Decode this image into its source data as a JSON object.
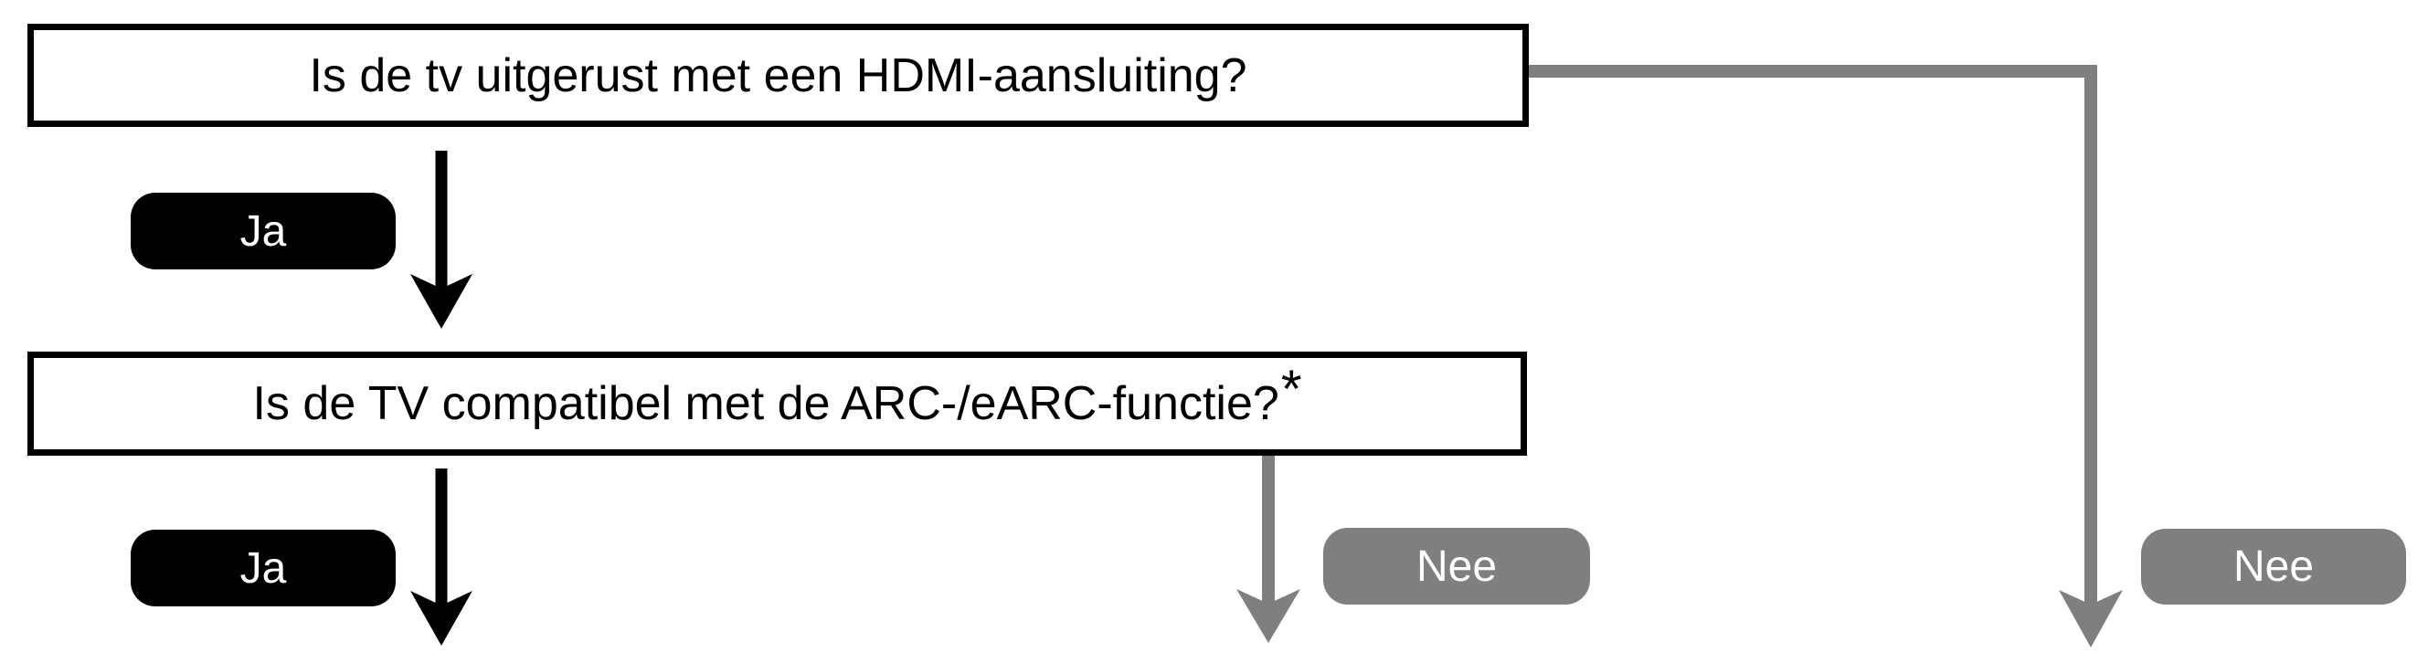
{
  "flowchart": {
    "nodes": {
      "question1": {
        "text": "Is de tv uitgerust met een HDMI-aansluiting?"
      },
      "question2": {
        "text": "Is de TV compatibel met de ARC-/eARC-functie?",
        "footnote_marker": "*"
      }
    },
    "labels": {
      "yes1": "Ja",
      "yes2": "Ja",
      "no1": "Nee",
      "no2": "Nee"
    },
    "colors": {
      "node_border": "#000000",
      "node_fill": "#ffffff",
      "node_text": "#000000",
      "yes_pill_bg": "#000000",
      "no_pill_bg": "#7f7f7f",
      "pill_text": "#ffffff",
      "yes_connector": "#000000",
      "no_connector": "#7f7f7f"
    }
  }
}
